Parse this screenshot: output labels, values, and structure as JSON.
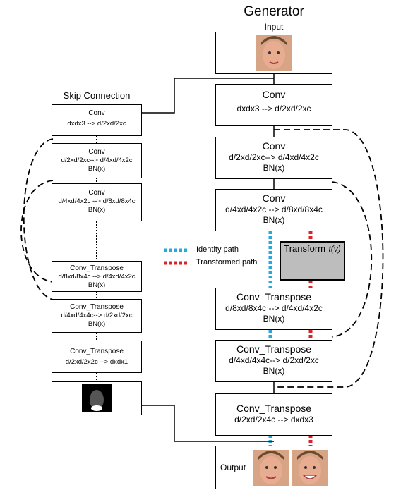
{
  "generator": {
    "title": "Generator",
    "input_label": "Input",
    "blocks": [
      {
        "name": "Conv",
        "dims": "dxdx3 --> d/2xd/2xc",
        "bn": ""
      },
      {
        "name": "Conv",
        "dims": "d/2xd/2xc--> d/4xd/4x2c",
        "bn": "BN(x)"
      },
      {
        "name": "Conv",
        "dims": "d/4xd/4x2c --> d/8xd/8x4c",
        "bn": "BN(x)"
      },
      {
        "name": "Conv_Transpose",
        "dims": "d/8xd/8x4c --> d/4xd/4x2c",
        "bn": "BN(x)"
      },
      {
        "name": "Conv_Transpose",
        "dims": "d/4xd/4x4c--> d/2xd/2xc",
        "bn": "BN(x)"
      },
      {
        "name": "Conv_Transpose",
        "dims": "d/2xd/2x4c --> dxdx3",
        "bn": ""
      }
    ],
    "transform": {
      "label": "Transform",
      "func": "t(v)"
    },
    "output_label": "Output"
  },
  "skip": {
    "title": "Skip Connection",
    "blocks": [
      {
        "name": "Conv",
        "dims": "dxdx3 --> d/2xd/2xc",
        "bn": ""
      },
      {
        "name": "Conv",
        "dims": "d/2xd/2xc--> d/4xd/4x2c",
        "bn": "BN(x)"
      },
      {
        "name": "Conv",
        "dims": "d/4xd/4x2c --> d/8xd/8x4c",
        "bn": "BN(x)"
      },
      {
        "name": "Conv_Transpose",
        "dims": "d/8xd/8x4c --> d/4xd/4x2c",
        "bn": "BN(x)"
      },
      {
        "name": "Conv_Transpose",
        "dims": "d/4xd/4x4c--> d/2xd/2xc",
        "bn": "BN(x)"
      },
      {
        "name": "Conv_Transpose",
        "dims": "d/2xd/2x2c --> dxdx1",
        "bn": ""
      }
    ]
  },
  "legend": {
    "identity": "Identity path",
    "transformed": "Transformed path"
  },
  "colors": {
    "identity": "#29a8dc",
    "transformed": "#d9232a",
    "transform_fill": "#bdbdbd",
    "skin": "#e7a98a",
    "hair": "#6b4a30"
  }
}
